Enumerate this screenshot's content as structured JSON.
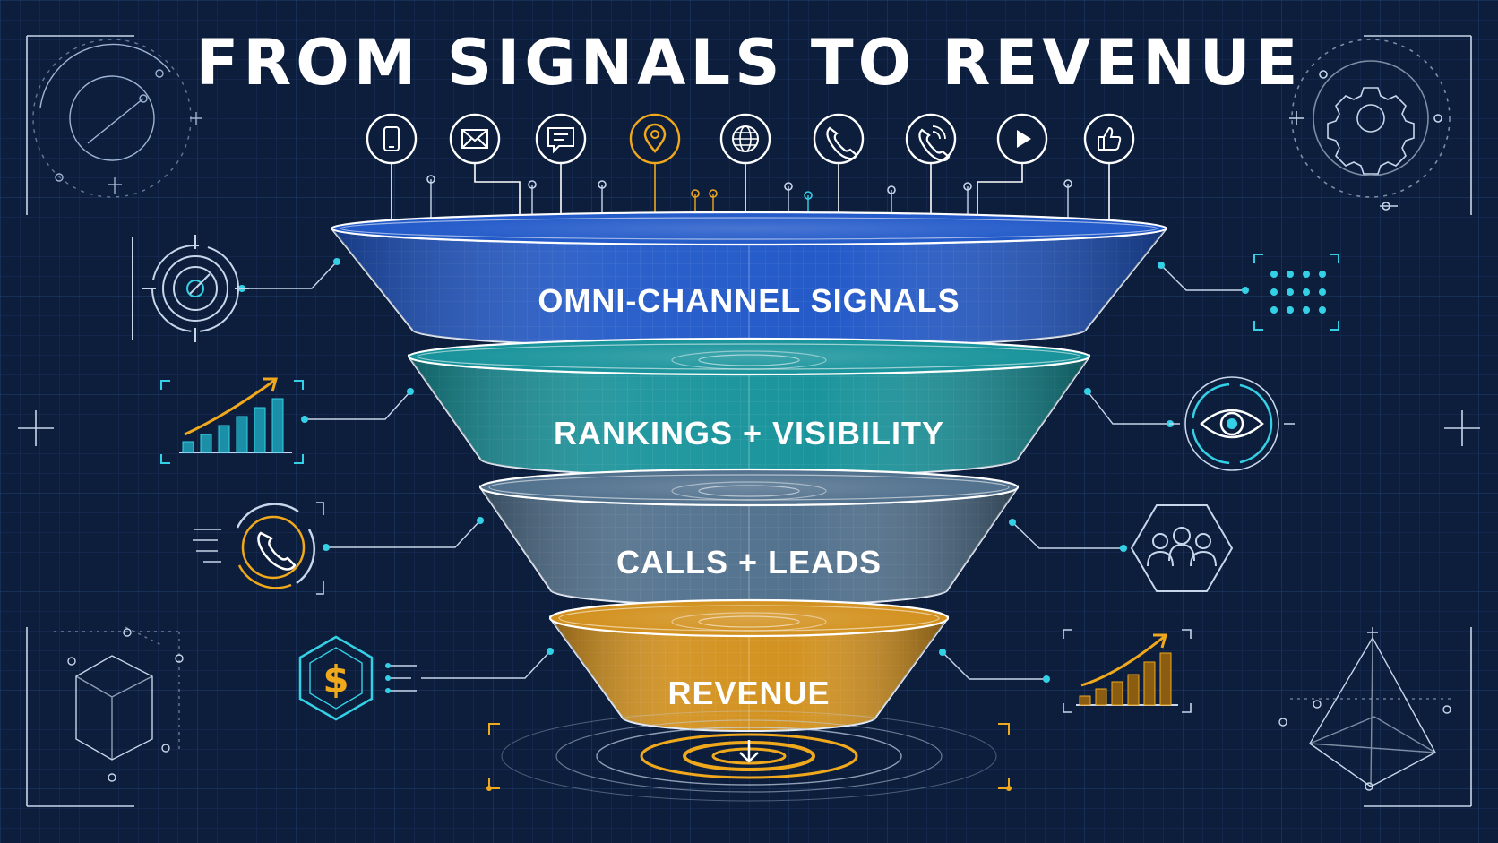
{
  "title": "FROM SIGNALS TO REVENUE",
  "colors": {
    "background": "#0c1e3c",
    "grid": "#1a3358",
    "line": "#c7d6ea",
    "cyan": "#34d1e6",
    "gold": "#f0a81c",
    "stage_signals": "#1f57c8",
    "stage_rankings": "#16929a",
    "stage_calls": "#4f6f8c",
    "stage_revenue": "#d2901c"
  },
  "channel_icons": [
    {
      "name": "mobile-phone-icon",
      "highlight": false
    },
    {
      "name": "email-icon",
      "highlight": false
    },
    {
      "name": "chat-bubble-icon",
      "highlight": false
    },
    {
      "name": "location-pin-icon",
      "highlight": true
    },
    {
      "name": "globe-icon",
      "highlight": false
    },
    {
      "name": "phone-icon",
      "highlight": false
    },
    {
      "name": "phone-call-icon",
      "highlight": false
    },
    {
      "name": "play-icon",
      "highlight": false
    },
    {
      "name": "thumbs-up-icon",
      "highlight": false
    }
  ],
  "stages": [
    {
      "label": "OMNI-CHANNEL SIGNALS",
      "color": "#1f57c8"
    },
    {
      "label": "RANKINGS + VISIBILITY",
      "color": "#16929a"
    },
    {
      "label": "CALLS + LEADS",
      "color": "#4f6f8c"
    },
    {
      "label": "REVENUE",
      "color": "#d2901c"
    }
  ],
  "side_icons": {
    "left": [
      "target-icon",
      "growth-chart-icon",
      "incoming-call-icon",
      "dollar-hexagon-icon"
    ],
    "right": [
      "dot-grid-icon",
      "eye-icon",
      "people-group-icon",
      "revenue-chart-icon"
    ]
  }
}
